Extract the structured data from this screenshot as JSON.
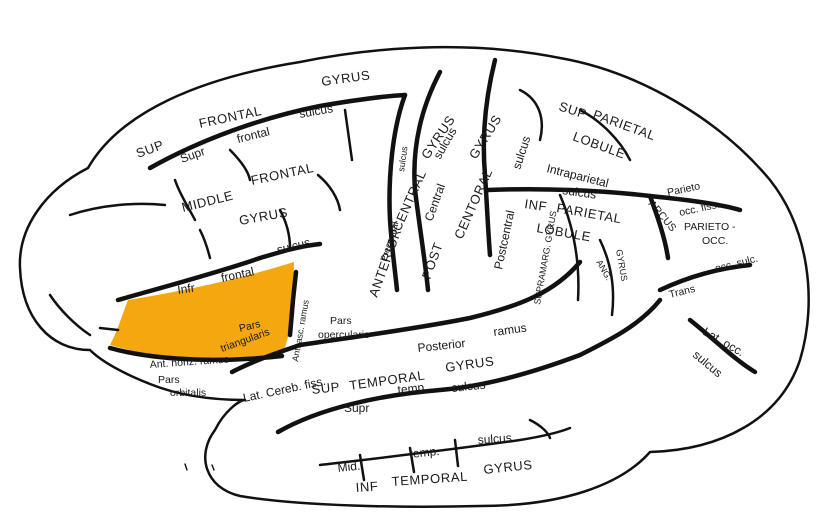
{
  "colors": {
    "highlight": "#f5a70f",
    "outline": "#111111",
    "background": "#ffffff"
  },
  "labels": {
    "sup_frontal_gyrus": [
      "SUP",
      "FRONTAL",
      "GYRUS"
    ],
    "sup_frontal_sulcus": [
      "Supr",
      "frontal",
      "sulcus"
    ],
    "middle_frontal_gyrus": [
      "MIDDLE",
      "FRONTAL",
      "GYRUS"
    ],
    "infr_frontal_sulcus": [
      "Infr",
      "frontal",
      "sulcus"
    ],
    "precentral_sulcus": [
      "Precentral",
      "sulcus"
    ],
    "anterior_central_gyrus": [
      "ANTERIOR",
      "CENTRAL",
      "GYRUS"
    ],
    "central_sulcus": [
      "Central",
      "sulcus"
    ],
    "post_central_gyrus": [
      "POST",
      "CENTORAL",
      "GYRUS"
    ],
    "postcentral_sulcus": [
      "Postcentral",
      "sulcus"
    ],
    "sup_parietal_lobule": [
      "SUP",
      "PARIETAL",
      "LOBULE"
    ],
    "intraparietal_sulcus": [
      "Intraparietal",
      "sulcus"
    ],
    "inf_parietal_lobule": [
      "INF",
      "PARIETAL",
      "LOBULE"
    ],
    "supramarg_gyrus": "SUPRAMARG. GYRUS",
    "ang_gyrus": [
      "ANG.",
      "GYRUS"
    ],
    "arcus": "ARCUS",
    "parieto_occ_fiss": [
      "Parieto",
      "occ. fiss."
    ],
    "parieto_occ": [
      "PARIETO -",
      "OCC."
    ],
    "trans_occ_sulc": [
      "Trans",
      "occ. sulc."
    ],
    "lat_occ_sulcus": [
      "Lat. occ.",
      "sulcus"
    ],
    "pars_triangularis": [
      "Pars",
      "triangularis"
    ],
    "ant_horiz_ramus": "Ant. horiz. ramus",
    "ant_asc_ramus": "Ant. asc. ramus",
    "pars_opercularis": [
      "Pars",
      "opercularis"
    ],
    "pars_orbitalis": [
      "Pars",
      "orbitalis"
    ],
    "posterior_ramus": [
      "Posterior",
      "ramus"
    ],
    "lat_cereb_fiss": "Lat. Cereb. fiss.",
    "sup_temporal_gyrus": [
      "SUP",
      "TEMPORAL",
      "GYRUS"
    ],
    "supr_temp_sulcus": [
      "Supr",
      "temp.",
      "sulcus"
    ],
    "mid_temp_sulcus": [
      "Mid.",
      "temp.",
      "sulcus"
    ],
    "inf_temporal_gyrus": [
      "INF",
      "TEMPORAL",
      "GYRUS"
    ]
  }
}
